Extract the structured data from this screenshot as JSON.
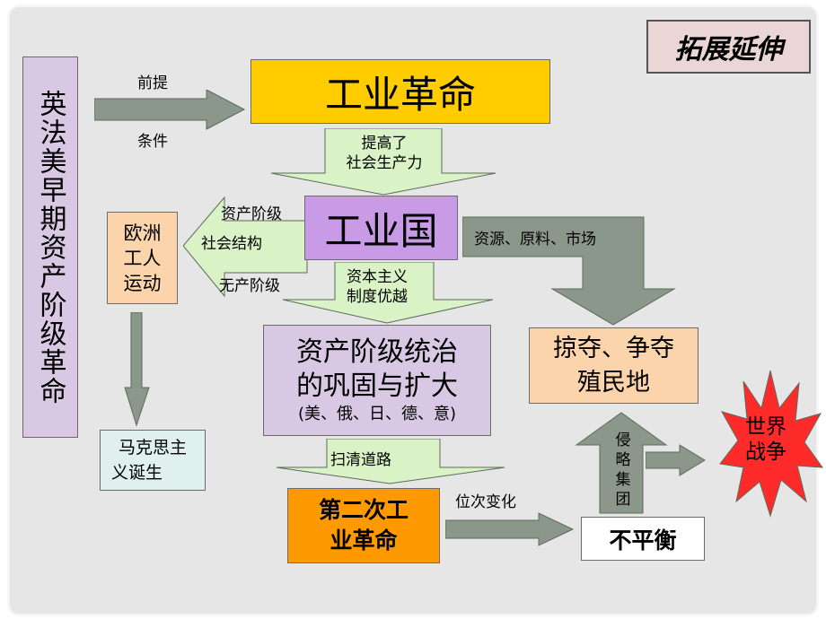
{
  "title": "拓展延伸",
  "left_vertical": "英法美早期资产阶级革命",
  "boxes": {
    "industrial_revolution": "工业革命",
    "industrial_nations": "工业国",
    "european_workers": [
      "欧洲",
      "工人",
      "运动"
    ],
    "bourgeois_rule": [
      "资产阶级统治",
      "的巩固与扩大",
      "(美、俄、日、德、意)"
    ],
    "marxism": [
      "马克思主",
      "义诞生"
    ],
    "second_industrial_revolution": [
      "第二次工",
      "业革命"
    ],
    "plunder_colonies": [
      "掠夺、争夺",
      "殖民地"
    ],
    "imbalance": "不平衡",
    "world_war": [
      "世界",
      "战争"
    ]
  },
  "labels": {
    "premise": "前提",
    "condition": "条件",
    "raise_productivity": [
      "提高了",
      "社会生产力"
    ],
    "bourgeoisie": "资产阶级",
    "social_structure": "社会结构",
    "proletariat": "无产阶级",
    "capitalist_superiority": [
      "资本主义",
      "制度优越"
    ],
    "resources_markets": "资源、原料、市场",
    "clear_the_way": "扫清道路",
    "position_change": "位次变化",
    "aggressive_blocs": [
      "侵",
      "略",
      "集",
      "团"
    ]
  },
  "colors": {
    "background": "#e6e6e6",
    "arrow_gray": "#8a978a",
    "arrow_light_green": "#d9f2c6",
    "yellow": "#ffcc00",
    "purple": "#c99ae6",
    "lavender": "#d8c8e4",
    "peach": "#fcd4ac",
    "orange": "#ff9900",
    "red_burst": "#ff2a2a"
  }
}
